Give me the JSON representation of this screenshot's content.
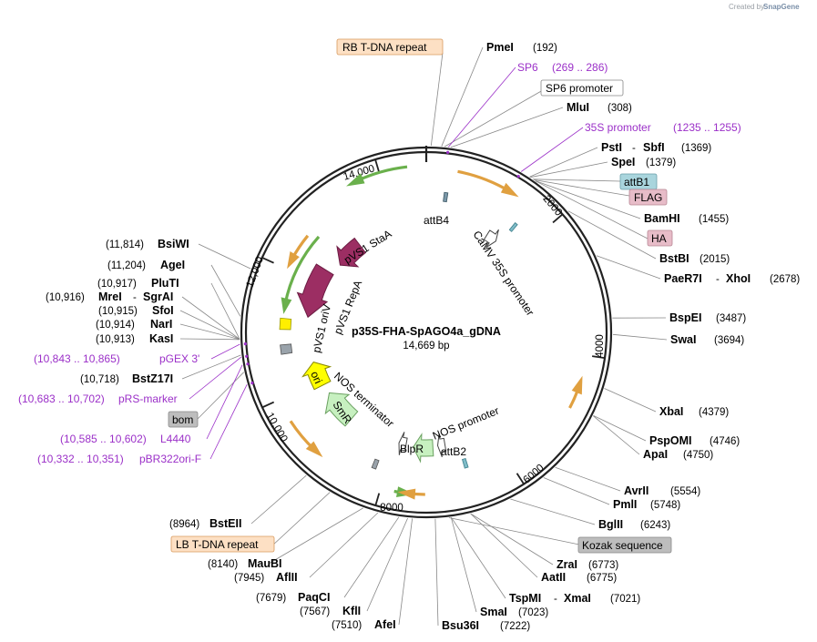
{
  "credit": {
    "prefix": "Created by",
    "brand": "SnapGene"
  },
  "plasmid": {
    "name": "p35S-FHA-SpAGO4a_gDNA",
    "length_label": "14,669 bp"
  },
  "colors": {
    "backbone": "#222222",
    "primer": "#9b30c8",
    "repeat_fill": "#fde0c4",
    "repeat_stroke": "#d89a5e",
    "misc_fill": "#bdbdbd",
    "tag_fill": "#e7bcc8",
    "attb1_fill": "#a9d5dd"
  },
  "ticks": [
    "14,000",
    "2000",
    "4000",
    "6000",
    "8000",
    "10,000",
    "12,000"
  ],
  "sites": [
    {
      "name": "PmeI",
      "pos": "(192)"
    },
    {
      "name": "MluI",
      "pos": "(308)"
    },
    {
      "name": "PstI",
      "sep": "-",
      "name2": "SbfI",
      "pos": "(1369)"
    },
    {
      "name": "SpeI",
      "pos": "(1379)"
    },
    {
      "name": "BamHI",
      "pos": "(1455)"
    },
    {
      "name": "BstBI",
      "pos": "(2015)"
    },
    {
      "name": "PaeR7I",
      "sep": "-",
      "name2": "XhoI",
      "pos": "(2678)"
    },
    {
      "name": "BspEI",
      "pos": "(3487)"
    },
    {
      "name": "SwaI",
      "pos": "(3694)"
    },
    {
      "name": "XbaI",
      "pos": "(4379)"
    },
    {
      "name": "PspOMI",
      "pos": "(4746)"
    },
    {
      "name": "ApaI",
      "pos": "(4750)"
    },
    {
      "name": "AvrII",
      "pos": "(5554)"
    },
    {
      "name": "PmlI",
      "pos": "(5748)"
    },
    {
      "name": "BglII",
      "pos": "(6243)"
    },
    {
      "name": "ZraI",
      "pos": "(6773)"
    },
    {
      "name": "AatII",
      "pos": "(6775)"
    },
    {
      "name": "TspMI",
      "sep": "-",
      "name2": "XmaI",
      "pos": "(7021)"
    },
    {
      "name": "SmaI",
      "pos": "(7023)"
    },
    {
      "name": "Bsu36I",
      "pos": "(7222)"
    },
    {
      "name": "AfeI",
      "pos": "(7510)"
    },
    {
      "name": "KflI",
      "pos": "(7567)"
    },
    {
      "name": "PaqCI",
      "pos": "(7679)"
    },
    {
      "name": "AflII",
      "pos": "(7945)"
    },
    {
      "name": "MauBI",
      "pos": "(8140)"
    },
    {
      "name": "BstEII",
      "pos": "(8964)"
    },
    {
      "name": "BstZ17I",
      "pos": "(10,718)"
    },
    {
      "name": "KasI",
      "pos": "(10,913)"
    },
    {
      "name": "NarI",
      "pos": "(10,914)"
    },
    {
      "name": "SfoI",
      "pos": "(10,915)"
    },
    {
      "name": "MreI",
      "sep": "-",
      "name2": "SgrAI",
      "pos": "(10,916)"
    },
    {
      "name": "PluTI",
      "pos": "(10,917)"
    },
    {
      "name": "AgeI",
      "pos": "(11,204)"
    },
    {
      "name": "BsiWI",
      "pos": "(11,814)"
    }
  ],
  "primers": [
    {
      "name": "SP6",
      "range": "(269 .. 286)"
    },
    {
      "name": "35S promoter",
      "range": "(1235 .. 1255)"
    },
    {
      "name": "pGEX 3'",
      "range": "(10,843 .. 10,865)"
    },
    {
      "name": "pRS-marker",
      "range": "(10,683 .. 10,702)"
    },
    {
      "name": "L4440",
      "range": "(10,585 .. 10,602)"
    },
    {
      "name": "pBR322ori-F",
      "range": "(10,332 .. 10,351)"
    }
  ],
  "boxed": {
    "rb": "RB T-DNA repeat",
    "sp6prom": "SP6 promoter",
    "attb1": "attB1",
    "flag": "FLAG",
    "ha": "HA",
    "kozak": "Kozak sequence",
    "lb": "LB T-DNA repeat",
    "bom": "bom"
  },
  "features": {
    "attb4": "attB4",
    "camv": "CaMV 35S promoter",
    "statA": "pVS1 StaA",
    "repA": "pVS1 RepA",
    "oriV": "pVS1 oriV",
    "ori": "ori",
    "nos_term": "NOS terminator",
    "smr": "SmR",
    "blpr": "BlpR",
    "nos_prom": "NOS promoter",
    "attb2": "attB2"
  }
}
